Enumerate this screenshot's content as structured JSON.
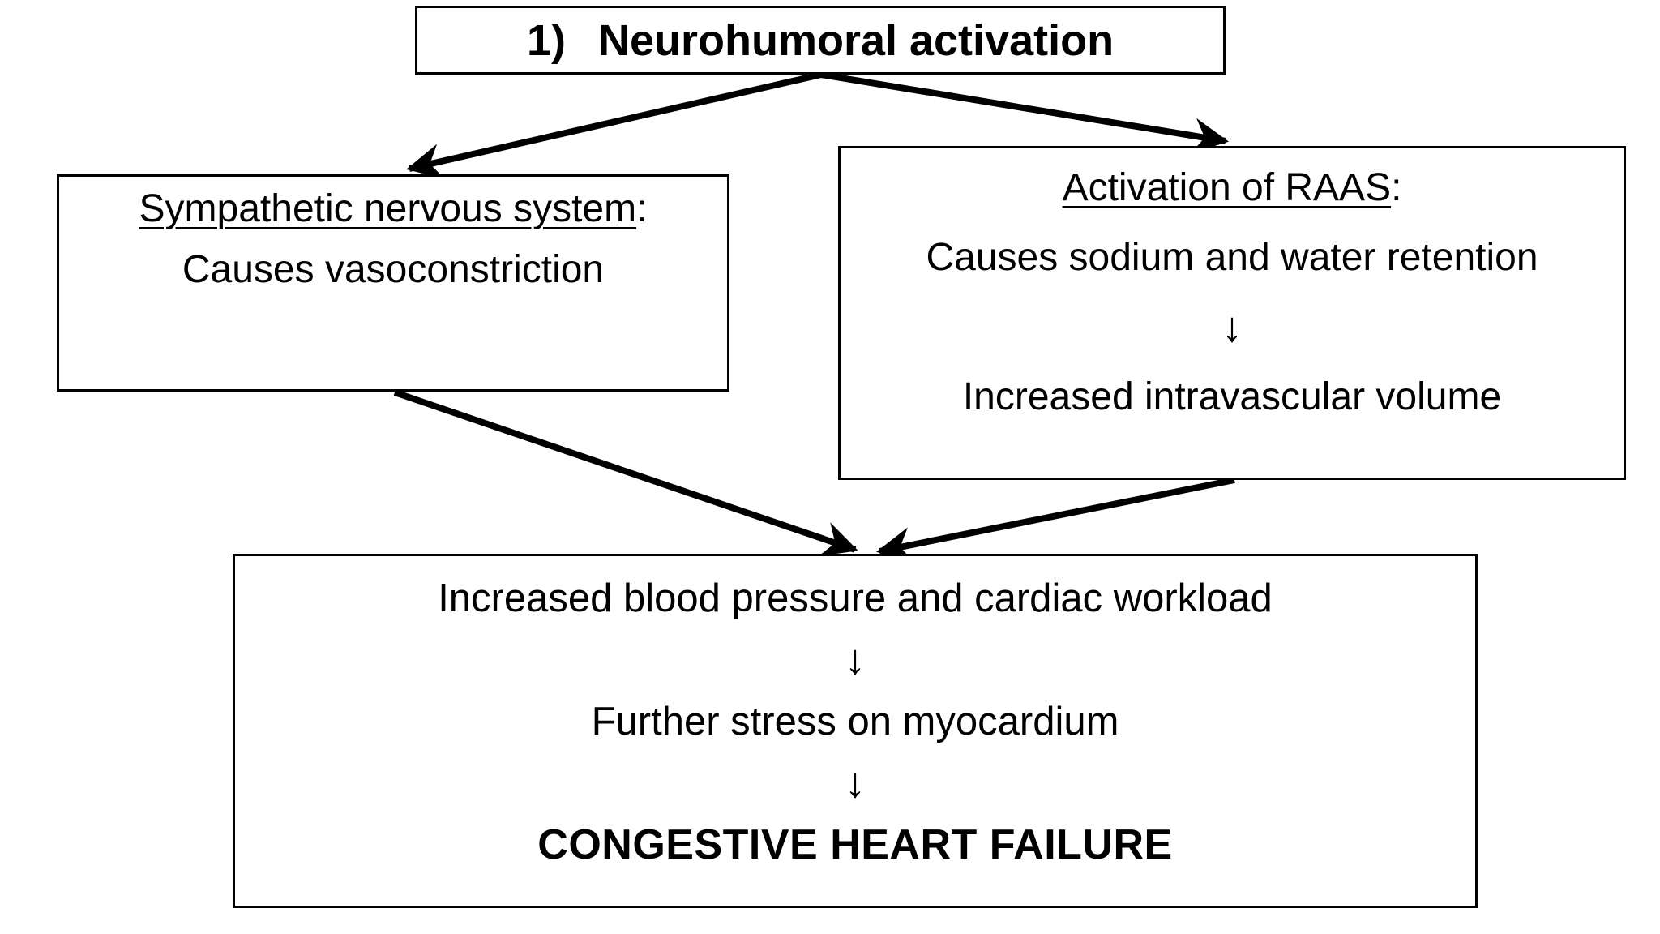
{
  "diagram": {
    "colors": {
      "background": "#ffffff",
      "line": "#000000",
      "text": "#000000"
    },
    "top_node": {
      "number": "1)",
      "title": "Neurohumoral activation"
    },
    "left_node": {
      "heading": "Sympathetic nervous system",
      "heading_punctuation": ":",
      "body": "Causes vasoconstriction"
    },
    "right_node": {
      "heading": "Activation of RAAS",
      "heading_punctuation": ":",
      "line1": "Causes sodium and water retention",
      "arrow_glyph": "↓",
      "line2": "Increased intravascular volume"
    },
    "bottom_node": {
      "line1": "Increased blood pressure and cardiac workload",
      "arrow_glyph_1": "↓",
      "line2": "Further stress on myocardium",
      "arrow_glyph_2": "↓",
      "conclusion": "CONGESTIVE HEART FAILURE"
    },
    "arrows": [
      {
        "from": "neurohumoral-activation",
        "to": "sympathetic-nervous-system"
      },
      {
        "from": "neurohumoral-activation",
        "to": "activation-of-raas"
      },
      {
        "from": "sympathetic-nervous-system",
        "to": "increased-blood-pressure"
      },
      {
        "from": "activation-of-raas",
        "to": "increased-blood-pressure"
      }
    ]
  }
}
